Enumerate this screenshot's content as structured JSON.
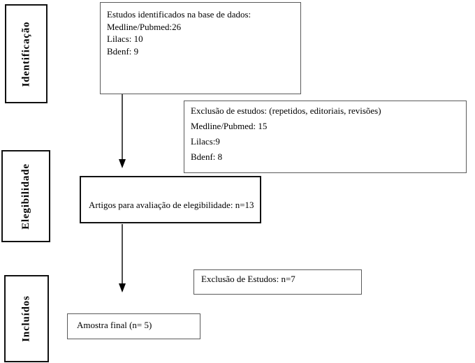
{
  "stages": [
    {
      "label": "Identificação"
    },
    {
      "label": "Elegibilidade"
    },
    {
      "label": "Incluídos"
    }
  ],
  "boxes": {
    "identified": {
      "lines": [
        "Estudos identificados na base de dados:",
        "Medline/Pubmed:26",
        "Lilacs: 10",
        "Bdenf: 9"
      ]
    },
    "exclusion_initial": {
      "lines": [
        "Exclusão de estudos: (repetidos, editoriais, revisões)",
        "Medline/Pubmed: 15",
        "Lilacs:9",
        "Bdenf: 8"
      ]
    },
    "eligibility": {
      "text": "Artigos para avaliação de elegibilidade: n=13"
    },
    "exclusion_final": {
      "text": "Exclusão de Estudos: n=7"
    },
    "final_sample": {
      "text": "Amostra final (n= 5)"
    }
  },
  "colors": {
    "background": "#ffffff",
    "thin_border": "#5a5a5a",
    "thick_border": "#111111",
    "arrow": "#000000",
    "text": "#000000"
  }
}
